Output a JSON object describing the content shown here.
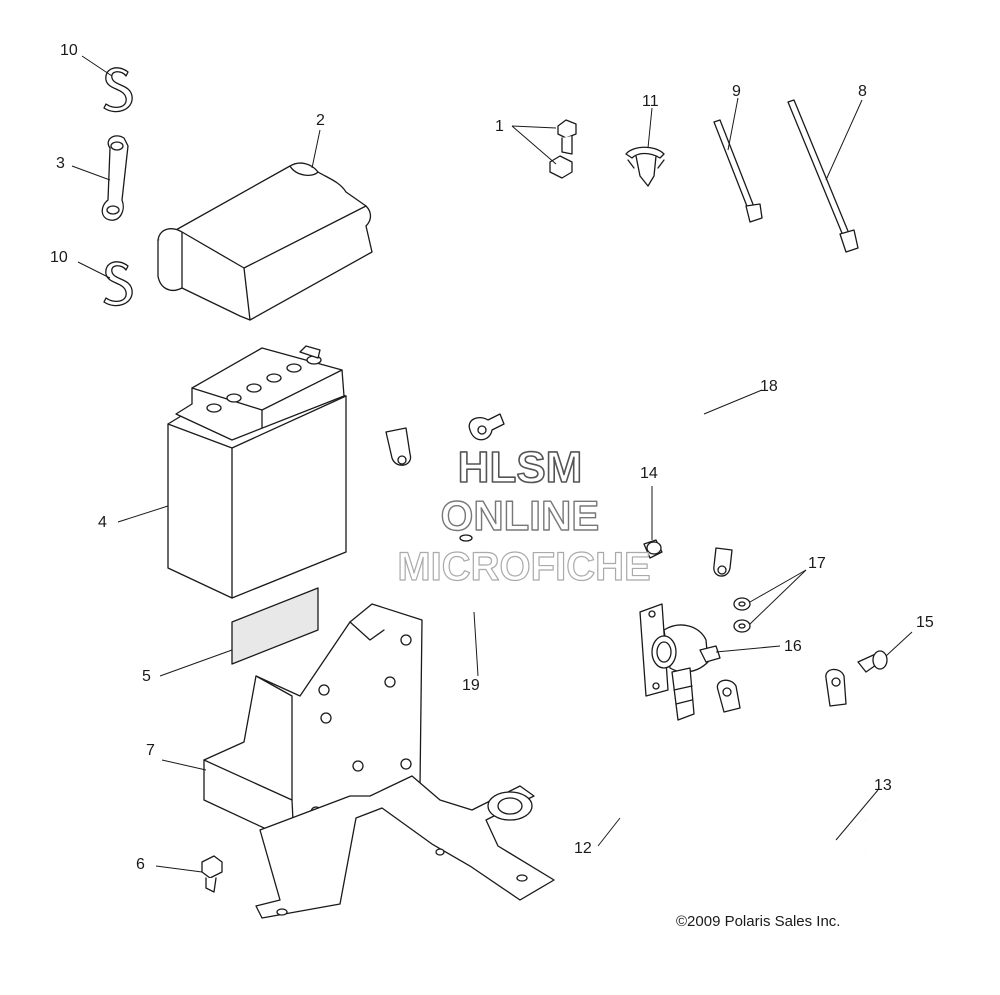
{
  "callouts": {
    "c1": "1",
    "c2": "2",
    "c3": "3",
    "c4": "4",
    "c5": "5",
    "c6": "6",
    "c7": "7",
    "c8": "8",
    "c9": "9",
    "c10a": "10",
    "c10b": "10",
    "c11": "11",
    "c12": "12",
    "c13": "13",
    "c14": "14",
    "c15": "15",
    "c16": "16",
    "c17": "17",
    "c18": "18",
    "c19": "19"
  },
  "watermark": {
    "line1": "HLSM",
    "line2": "ONLINE",
    "line3": "MICROFICHE"
  },
  "copyright": "©2009 Polaris Sales Inc."
}
